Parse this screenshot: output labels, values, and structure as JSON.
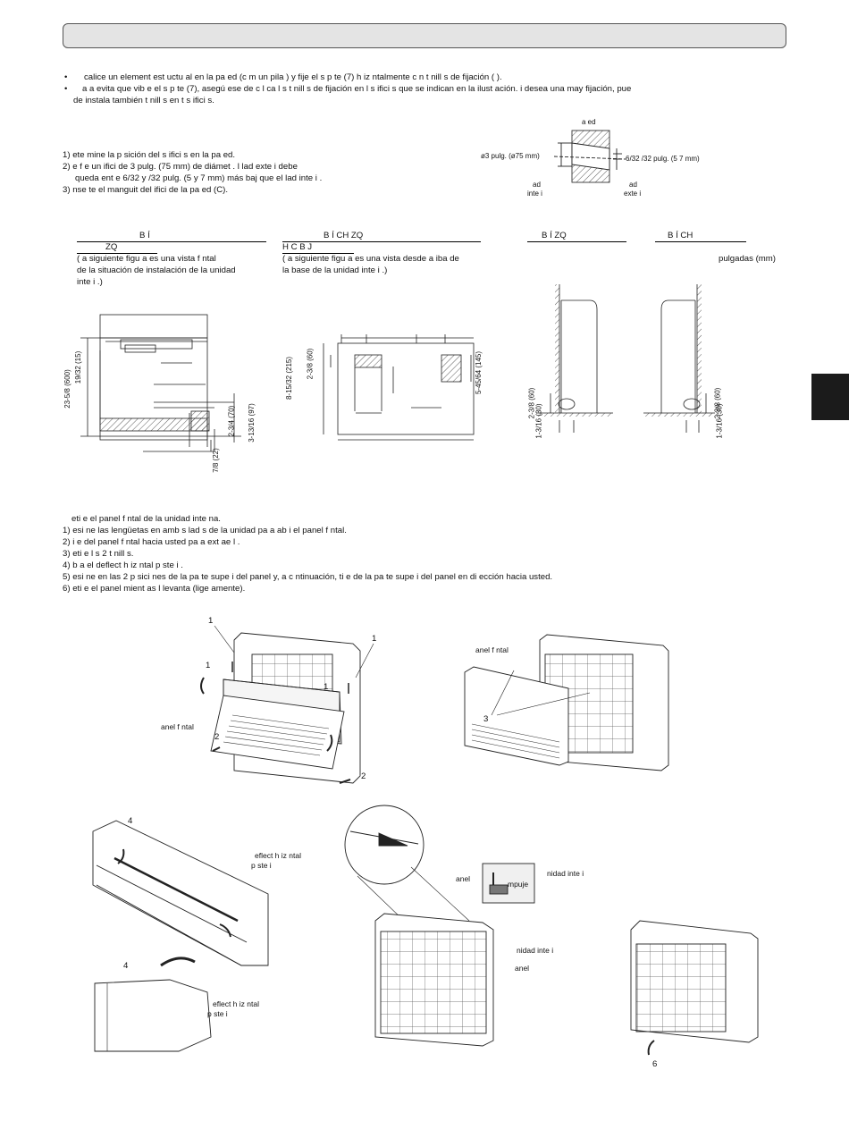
{
  "bullets": [
    "calice un element  est uctu al en la pa ed (c  m   un pila ) y fije el s  p   te (7) h   iz  ntalmente c  n t   nill  s de fijación (  ).",
    "a a evita  que vib e el s  p   te (7), asegú ese de c  l  ca  l  s t   nill  s de fijación en l  s    ifici  s que se indican en la ilust ación.   i desea una may    fijación, pue",
    "de instala  también t   nill  s en   t   s    ifici  s."
  ],
  "steps1": [
    "1)    ete mine la p  sición del  s    ifici  s en la pa ed.",
    "2)    e  f    e un    ifici   de 3 pulg. (75 mm) de diámet    .    l lad    exte i     debe",
    "queda   ent e 6/32 y   /32 pulg. (5 y 7 mm) más baj   que el lad    inte i   .",
    "3)   nse te el manguit    del    ifici   de la pa ed (C)."
  ],
  "wall_fig": {
    "wall": "a ed",
    "diameter": "ø3 pulg. (ø75 mm)",
    "offset": "6/32    /32 pulg. (5  7 mm)",
    "inner_a": "ad",
    "inner_b": "inte i",
    "outer_a": "ad",
    "outer_b": "exte i"
  },
  "sections": {
    "s1_title": "B    Í",
    "s1_sub": "ZQ",
    "s1_desc": [
      "(  a siguiente figu a es una vista f   ntal",
      "de la situación de instalación de la unidad",
      "inte i   .)"
    ],
    "s2_title": "B    Í                CH        ZQ",
    "s2_sub": "H  C      B  J",
    "s2_desc": [
      "(  a siguiente figu a es una vista desde a   iba de",
      "la base de la unidad inte i   .)"
    ],
    "s3_title": "B    Í     ZQ",
    "s4_title": "B    Í             CH",
    "units": "pulgadas (mm)"
  },
  "dims": {
    "d1": "23-5/8 (600)",
    "d2": "19/32 (15)",
    "d3": "2-3/4 (70)",
    "d4": "3-13/16 (97)",
    "d5": "7/8 (22)",
    "d6": "8-15/32 (215)",
    "d7": "2-3/8 (60)",
    "d8": "5-45/64 (145)",
    "d9": "2-3/8 (60)",
    "d10": "1-3/16 (30)",
    "d11": "2-3/8 (60)",
    "d12": "1-3/16 (30)"
  },
  "panel_intro": "eti e el panel f   ntal de la unidad inte na.",
  "steps2": [
    "1)     esi   ne las lengüetas en amb   s lad  s de la unidad pa a ab  i   el panel f    ntal.",
    "2)    i e del panel f    ntal hacia usted pa a ext ae l  .",
    "3)    eti e l  s 2 t    nill  s.",
    "4)    b a el deflect     h    iz  ntal p   ste i    .",
    "5)     esi   ne en las 2 p   sici   nes de la pa te supe i      del panel y, a c  ntinuación, ti e de la pa te supe i      del panel en di ección hacia usted.",
    "6)    eti e el panel mient as l   levanta (lige amente)."
  ],
  "figs": {
    "n1a": "1",
    "n1b": "1",
    "n1c": "1",
    "n1d": "1",
    "n2a": "2",
    "n2b": "2",
    "n3": "3",
    "n4a": "4",
    "n4b": "4",
    "n6": "6",
    "front_panel_a": "anel f    ntal",
    "front_panel_b": "anel f    ntal",
    "deflector_a": "eflect     h    iz  ntal",
    "deflector_a2": "p   ste i",
    "deflector_b": "eflect     h    iz  ntal",
    "deflector_b2": "p   ste i",
    "panel_a": "anel",
    "push": "mpuje",
    "indoor_a": "nidad inte i",
    "indoor_b": "nidad inte i",
    "panel_b": "anel"
  }
}
